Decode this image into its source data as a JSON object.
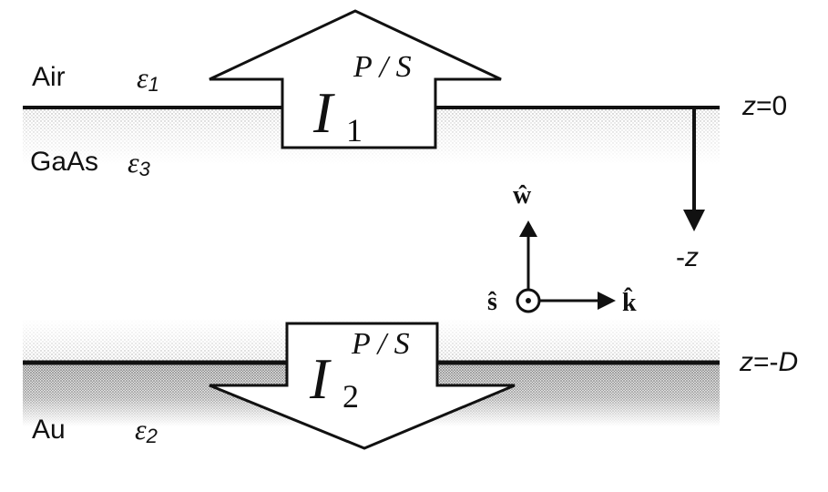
{
  "layers": {
    "top": {
      "material": "Air",
      "epsilon_symbol": "ε",
      "epsilon_index": "1"
    },
    "middle": {
      "material": "GaAs",
      "epsilon_symbol": "ε",
      "epsilon_index": "3"
    },
    "bottom": {
      "material": "Au",
      "epsilon_symbol": "ε",
      "epsilon_index": "2"
    }
  },
  "interfaces": {
    "top": {
      "var": "z",
      "eq": "=",
      "value": "0"
    },
    "bottom": {
      "var": "z",
      "eq": "=-",
      "value": "D"
    }
  },
  "direction_label": {
    "sign": "-",
    "var": "z"
  },
  "intensities": {
    "upper": {
      "symbol": "I",
      "sub": "1",
      "sup": "P / S"
    },
    "lower": {
      "symbol": "I",
      "sub": "2",
      "sup": "P / S"
    }
  },
  "unit_vectors": {
    "w": "ŵ",
    "s": "ŝ",
    "k": "k̂"
  },
  "colors": {
    "line": "#111111",
    "arrow_fill": "#ffffff",
    "gaas_dots": "#9a9a9a",
    "au_dots": "#555555"
  }
}
